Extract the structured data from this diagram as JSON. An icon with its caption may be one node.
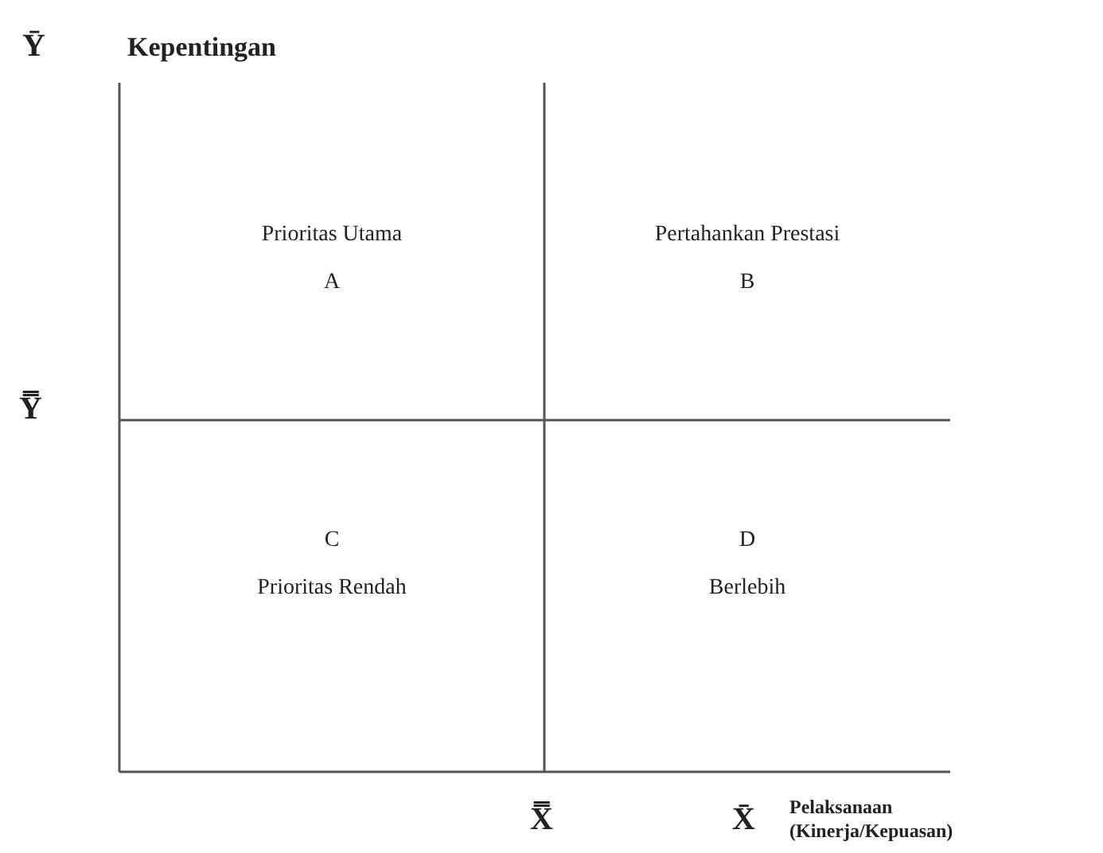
{
  "diagram": {
    "nodes": [
      {
        "text": [
          "Prioritas Utama",
          "A"
        ]
      },
      {
        "text": [
          "Pertahankan Prestasi",
          "B"
        ]
      },
      {
        "text": [
          "C",
          "Prioritas Rendah"
        ]
      },
      {
        "text": [
          "D",
          "Berlebih"
        ]
      }
    ],
    "edges": [],
    "labels": [
      "Ȳ",
      "Kepentingan",
      "Y̿",
      "X̿",
      "X̄",
      "Pelaksanaan (Kinerja/Kepuasan)"
    ]
  }
}
